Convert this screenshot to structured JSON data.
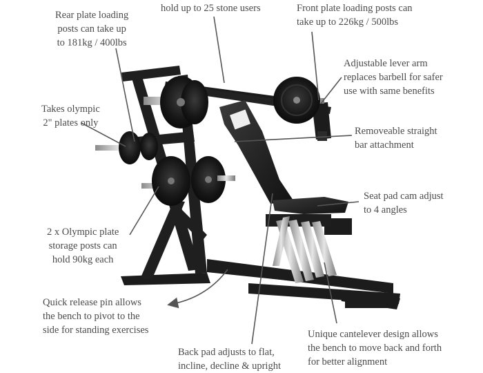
{
  "callouts": {
    "top_center": [
      "hold up to 25 stone users"
    ],
    "front_posts": [
      "Front plate loading posts can",
      "take up to 226kg / 500lbs"
    ],
    "rear_posts": [
      "Rear plate loading",
      "posts can take up",
      "to 181kg / 400lbs"
    ],
    "lever_arm": [
      "Adjustable lever arm",
      "replaces barbell for safer",
      "use with same benefits"
    ],
    "olympic_plates": [
      "Takes olympic",
      "2\" plates only"
    ],
    "straight_bar": [
      "Removeable straight",
      "bar attachment"
    ],
    "seat_pad": [
      "Seat pad cam adjust",
      "to 4 angles"
    ],
    "storage_posts": [
      "2 x Olympic plate",
      "storage posts can",
      "hold 90kg each"
    ],
    "quick_release": [
      "Quick release pin allows",
      "the bench to pivot to the",
      "side for standing exercises"
    ],
    "cantilever": [
      "Unique cantelever design allows",
      "the bench to move back and forth",
      "for better alignment"
    ],
    "back_pad": [
      "Back pad adjusts to flat,",
      "incline, decline & upright"
    ]
  },
  "colors": {
    "text": "#4a4a4a",
    "frame": "#1c1c1c",
    "plate": "#151515",
    "chrome": "#bfbfbf",
    "pointer": "#555555"
  },
  "icons": {
    "weight_plate": "weight-plate-icon",
    "arrow": "pointer-arrow-icon"
  }
}
